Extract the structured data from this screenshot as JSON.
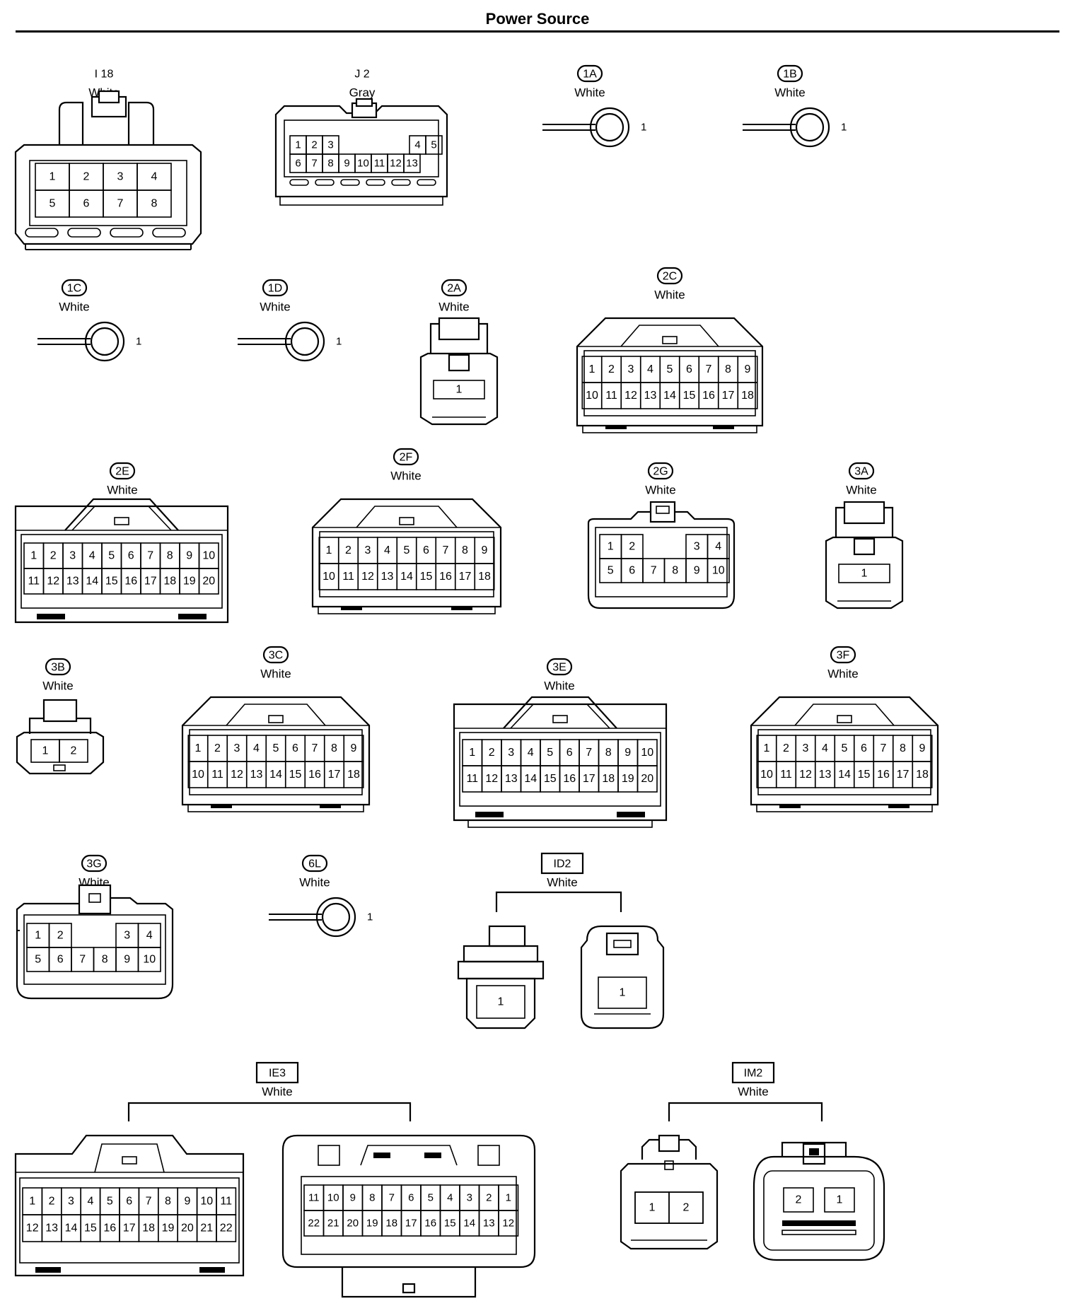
{
  "title": "Power Source",
  "connectors": {
    "I18": {
      "code": "I 18",
      "color": "White",
      "rows": [
        [
          "1",
          "2",
          "3",
          "4"
        ],
        [
          "5",
          "6",
          "7",
          "8"
        ]
      ]
    },
    "J2": {
      "code": "J 2",
      "color": "Gray",
      "rows": [
        [
          "1",
          "2",
          "3",
          "4",
          "5"
        ],
        [
          "6",
          "7",
          "8",
          "9",
          "10",
          "11",
          "12",
          "13"
        ]
      ]
    },
    "1A": {
      "code": "1A",
      "color": "White",
      "pins": [
        "1"
      ]
    },
    "1B": {
      "code": "1B",
      "color": "White",
      "pins": [
        "1"
      ]
    },
    "1C": {
      "code": "1C",
      "color": "White",
      "pins": [
        "1"
      ]
    },
    "1D": {
      "code": "1D",
      "color": "White",
      "pins": [
        "1"
      ]
    },
    "2A": {
      "code": "2A",
      "color": "White",
      "pins": [
        "1"
      ]
    },
    "2C": {
      "code": "2C",
      "color": "White",
      "rows": [
        [
          "1",
          "2",
          "3",
          "4",
          "5",
          "6",
          "7",
          "8",
          "9"
        ],
        [
          "10",
          "11",
          "12",
          "13",
          "14",
          "15",
          "16",
          "17",
          "18"
        ]
      ]
    },
    "2E": {
      "code": "2E",
      "color": "White",
      "rows": [
        [
          "1",
          "2",
          "3",
          "4",
          "5",
          "6",
          "7",
          "8",
          "9",
          "10"
        ],
        [
          "11",
          "12",
          "13",
          "14",
          "15",
          "16",
          "17",
          "18",
          "19",
          "20"
        ]
      ]
    },
    "2F": {
      "code": "2F",
      "color": "White",
      "rows": [
        [
          "1",
          "2",
          "3",
          "4",
          "5",
          "6",
          "7",
          "8",
          "9"
        ],
        [
          "10",
          "11",
          "12",
          "13",
          "14",
          "15",
          "16",
          "17",
          "18"
        ]
      ]
    },
    "2G": {
      "code": "2G",
      "color": "White",
      "rows": [
        [
          "1",
          "2",
          "3",
          "4"
        ],
        [
          "5",
          "6",
          "7",
          "8",
          "9",
          "10"
        ]
      ]
    },
    "3A": {
      "code": "3A",
      "color": "White",
      "pins": [
        "1"
      ]
    },
    "3B": {
      "code": "3B",
      "color": "White",
      "pins": [
        "1",
        "2"
      ]
    },
    "3C": {
      "code": "3C",
      "color": "White",
      "rows": [
        [
          "1",
          "2",
          "3",
          "4",
          "5",
          "6",
          "7",
          "8",
          "9"
        ],
        [
          "10",
          "11",
          "12",
          "13",
          "14",
          "15",
          "16",
          "17",
          "18"
        ]
      ]
    },
    "3E": {
      "code": "3E",
      "color": "White",
      "rows": [
        [
          "1",
          "2",
          "3",
          "4",
          "5",
          "6",
          "7",
          "8",
          "9",
          "10"
        ],
        [
          "11",
          "12",
          "13",
          "14",
          "15",
          "16",
          "17",
          "18",
          "19",
          "20"
        ]
      ]
    },
    "3F": {
      "code": "3F",
      "color": "White",
      "rows": [
        [
          "1",
          "2",
          "3",
          "4",
          "5",
          "6",
          "7",
          "8",
          "9"
        ],
        [
          "10",
          "11",
          "12",
          "13",
          "14",
          "15",
          "16",
          "17",
          "18"
        ]
      ]
    },
    "3G": {
      "code": "3G",
      "color": "White",
      "rows": [
        [
          "1",
          "2",
          "3",
          "4"
        ],
        [
          "5",
          "6",
          "7",
          "8",
          "9",
          "10"
        ]
      ]
    },
    "6L": {
      "code": "6L",
      "color": "White",
      "pins": [
        "1"
      ]
    },
    "ID2": {
      "code": "ID2",
      "color": "White",
      "left_pins": [
        "1"
      ],
      "right_pins": [
        "1"
      ]
    },
    "IE3": {
      "code": "IE3",
      "color": "White",
      "left_rows": [
        [
          "1",
          "2",
          "3",
          "4",
          "5",
          "6",
          "7",
          "8",
          "9",
          "10",
          "11"
        ],
        [
          "12",
          "13",
          "14",
          "15",
          "16",
          "17",
          "18",
          "19",
          "20",
          "21",
          "22"
        ]
      ],
      "right_rows": [
        [
          "11",
          "10",
          "9",
          "8",
          "7",
          "6",
          "5",
          "4",
          "3",
          "2",
          "1"
        ],
        [
          "22",
          "21",
          "20",
          "19",
          "18",
          "17",
          "16",
          "15",
          "14",
          "13",
          "12"
        ]
      ]
    },
    "IM2": {
      "code": "IM2",
      "color": "White",
      "left_pins": [
        "1",
        "2"
      ],
      "right_pins": [
        "2",
        "1"
      ]
    }
  }
}
